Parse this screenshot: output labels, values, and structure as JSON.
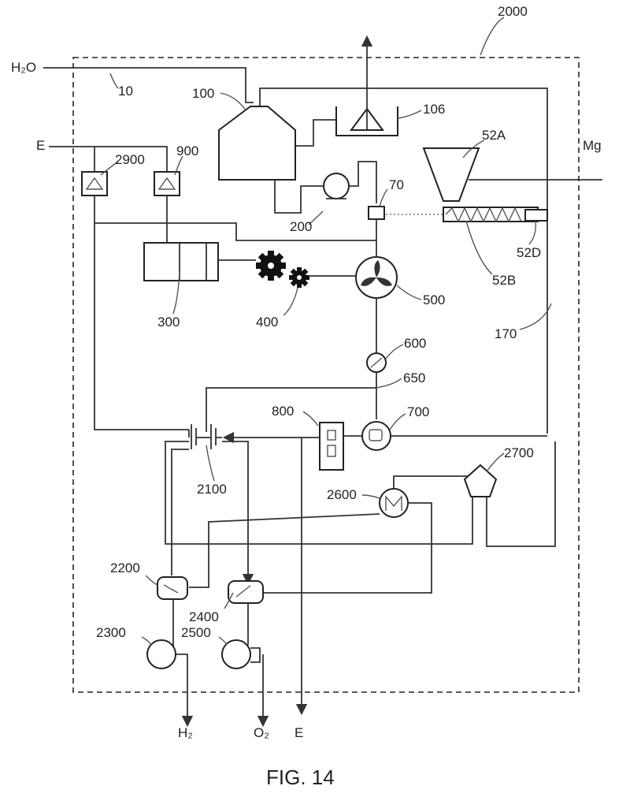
{
  "figure": {
    "caption": "FIG. 14",
    "labels": {
      "system": "2000",
      "h2o_in": "H₂O",
      "line_10": "10",
      "tank_100": "100",
      "unit_106": "106",
      "hopper_52a": "52A",
      "mg_in": "Mg",
      "e_in": "E",
      "unit_2900": "2900",
      "unit_900": "900",
      "valve_70": "70",
      "pump_200": "200",
      "auger_52d": "52D",
      "auger_52b": "52B",
      "engine_300": "300",
      "gears_400": "400",
      "turbine_500": "500",
      "loop_170": "170",
      "sensor_600": "600",
      "line_650": "650",
      "ctrl_800": "800",
      "gen_700": "700",
      "cell_2100": "2100",
      "heater_2600": "2600",
      "pump_2700": "2700",
      "sep_2200": "2200",
      "sep_2400": "2400",
      "comp_2300": "2300",
      "comp_2500": "2500",
      "h2_out": "H₂",
      "o2_out": "O₂",
      "e_out": "E"
    }
  }
}
